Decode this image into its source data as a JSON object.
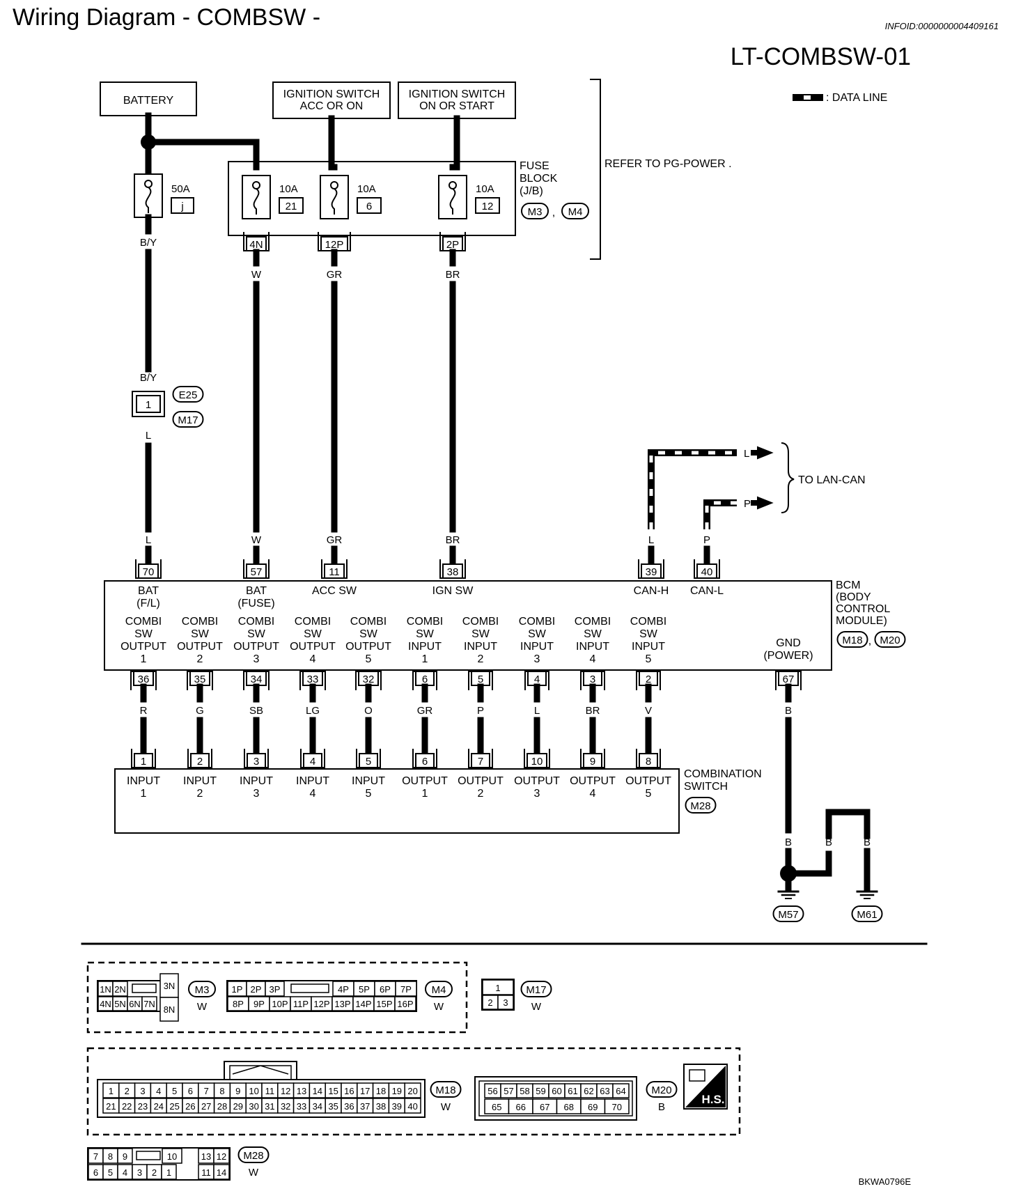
{
  "title": "Wiring Diagram - COMBSW -",
  "info_id": "INFOID:0000000004409161",
  "diagram_id": "LT-COMBSW-01",
  "figure_code": "BKWA0796E",
  "legend": {
    "data_line": ": DATA LINE"
  },
  "refer_note": "REFER TO  PG-POWER .",
  "to_lan_can": "TO LAN-CAN",
  "battery": "BATTERY",
  "ign_acc_on": [
    "IGNITION SWITCH",
    "ACC OR ON"
  ],
  "ign_on_start": [
    "IGNITION SWITCH",
    "ON OR START"
  ],
  "main_fuse": {
    "rating": "50A",
    "id": "j"
  },
  "fuse_block": {
    "label": [
      "FUSE",
      "BLOCK",
      "(J/B)"
    ],
    "connectors": [
      "M3",
      "M4"
    ],
    "fuses": [
      {
        "rating": "10A",
        "id": "21",
        "terminal": "4N"
      },
      {
        "rating": "10A",
        "id": "6",
        "terminal": "12P"
      },
      {
        "rating": "10A",
        "id": "12",
        "terminal": "2P"
      }
    ]
  },
  "wire_colors": {
    "by": "B/Y",
    "l": "L",
    "w": "W",
    "gr": "GR",
    "br": "BR",
    "p": "P",
    "b": "B"
  },
  "joint": {
    "pin": "1",
    "connectors": [
      "E25",
      "M17"
    ]
  },
  "bcm": {
    "label": [
      "BCM",
      "(BODY",
      "CONTROL",
      "MODULE)"
    ],
    "connectors": [
      "M18",
      "M20"
    ],
    "top_terminals": [
      {
        "pin": "70",
        "wire": "L",
        "label": [
          "BAT",
          "(F/L)"
        ]
      },
      {
        "pin": "57",
        "wire": "W",
        "label": [
          "BAT",
          "(FUSE)"
        ]
      },
      {
        "pin": "11",
        "wire": "GR",
        "label": [
          "ACC SW"
        ]
      },
      {
        "pin": "38",
        "wire": "BR",
        "label": [
          "IGN SW"
        ]
      },
      {
        "pin": "39",
        "wire": "L",
        "label": [
          "CAN-H"
        ]
      },
      {
        "pin": "40",
        "wire": "P",
        "label": [
          "CAN-L"
        ]
      }
    ],
    "bottom_terminals": [
      {
        "pin": "36",
        "wire": "R",
        "label": [
          "COMBI",
          "SW",
          "OUTPUT",
          "1"
        ]
      },
      {
        "pin": "35",
        "wire": "G",
        "label": [
          "COMBI",
          "SW",
          "OUTPUT",
          "2"
        ]
      },
      {
        "pin": "34",
        "wire": "SB",
        "label": [
          "COMBI",
          "SW",
          "OUTPUT",
          "3"
        ]
      },
      {
        "pin": "33",
        "wire": "LG",
        "label": [
          "COMBI",
          "SW",
          "OUTPUT",
          "4"
        ]
      },
      {
        "pin": "32",
        "wire": "O",
        "label": [
          "COMBI",
          "SW",
          "OUTPUT",
          "5"
        ]
      },
      {
        "pin": "6",
        "wire": "GR",
        "label": [
          "COMBI",
          "SW",
          "INPUT",
          "1"
        ]
      },
      {
        "pin": "5",
        "wire": "P",
        "label": [
          "COMBI",
          "SW",
          "INPUT",
          "2"
        ]
      },
      {
        "pin": "4",
        "wire": "L",
        "label": [
          "COMBI",
          "SW",
          "INPUT",
          "3"
        ]
      },
      {
        "pin": "3",
        "wire": "BR",
        "label": [
          "COMBI",
          "SW",
          "INPUT",
          "4"
        ]
      },
      {
        "pin": "2",
        "wire": "V",
        "label": [
          "COMBI",
          "SW",
          "INPUT",
          "5"
        ]
      }
    ],
    "gnd": {
      "pin": "67",
      "wire": "B",
      "label": [
        "GND",
        "(POWER)"
      ]
    }
  },
  "combination_switch": {
    "label": [
      "COMBINATION",
      "SWITCH"
    ],
    "connector": "M28",
    "terminals": [
      {
        "pin": "1",
        "label": [
          "INPUT",
          "1"
        ]
      },
      {
        "pin": "2",
        "label": [
          "INPUT",
          "2"
        ]
      },
      {
        "pin": "3",
        "label": [
          "INPUT",
          "3"
        ]
      },
      {
        "pin": "4",
        "label": [
          "INPUT",
          "4"
        ]
      },
      {
        "pin": "5",
        "label": [
          "INPUT",
          "5"
        ]
      },
      {
        "pin": "6",
        "label": [
          "OUTPUT",
          "1"
        ]
      },
      {
        "pin": "7",
        "label": [
          "OUTPUT",
          "2"
        ]
      },
      {
        "pin": "10",
        "label": [
          "OUTPUT",
          "3"
        ]
      },
      {
        "pin": "9",
        "label": [
          "OUTPUT",
          "4"
        ]
      },
      {
        "pin": "8",
        "label": [
          "OUTPUT",
          "5"
        ]
      }
    ]
  },
  "grounds": [
    "M57",
    "M61"
  ],
  "connector_views": {
    "m3": {
      "id": "M3",
      "color": "W",
      "row1": [
        "1N",
        "2N"
      ],
      "row2": [
        "4N",
        "5N",
        "6N",
        "7N"
      ],
      "side": [
        "3N",
        "8N"
      ]
    },
    "m4": {
      "id": "M4",
      "color": "W",
      "row1a": [
        "1P",
        "2P",
        "3P"
      ],
      "row1b": [
        "4P",
        "5P",
        "6P",
        "7P"
      ],
      "row2": [
        "8P",
        "9P",
        "10P",
        "11P",
        "12P",
        "13P",
        "14P",
        "15P",
        "16P"
      ]
    },
    "m17": {
      "id": "M17",
      "color": "W",
      "row1": [
        "1"
      ],
      "row2": [
        "2",
        "3"
      ]
    },
    "m18": {
      "id": "M18",
      "color": "W",
      "row1": [
        "1",
        "2",
        "3",
        "4",
        "5",
        "6",
        "7",
        "8",
        "9",
        "10",
        "11",
        "12",
        "13",
        "14",
        "15",
        "16",
        "17",
        "18",
        "19",
        "20"
      ],
      "row2": [
        "21",
        "22",
        "23",
        "24",
        "25",
        "26",
        "27",
        "28",
        "29",
        "30",
        "31",
        "32",
        "33",
        "34",
        "35",
        "36",
        "37",
        "38",
        "39",
        "40"
      ]
    },
    "m20": {
      "id": "M20",
      "color": "B",
      "row1": [
        "56",
        "57",
        "58",
        "59",
        "60",
        "61",
        "62",
        "63",
        "64"
      ],
      "row2": [
        "65",
        "66",
        "67",
        "68",
        "69",
        "70"
      ]
    },
    "m28": {
      "id": "M28",
      "color": "W",
      "row1a": [
        "7",
        "8",
        "9"
      ],
      "row1b": [
        "10"
      ],
      "row1c": [
        "13",
        "12"
      ],
      "row2a": [
        "6",
        "5",
        "4",
        "3",
        "2",
        "1"
      ],
      "row2b": [
        "11",
        "14"
      ]
    },
    "hs": "H.S."
  }
}
